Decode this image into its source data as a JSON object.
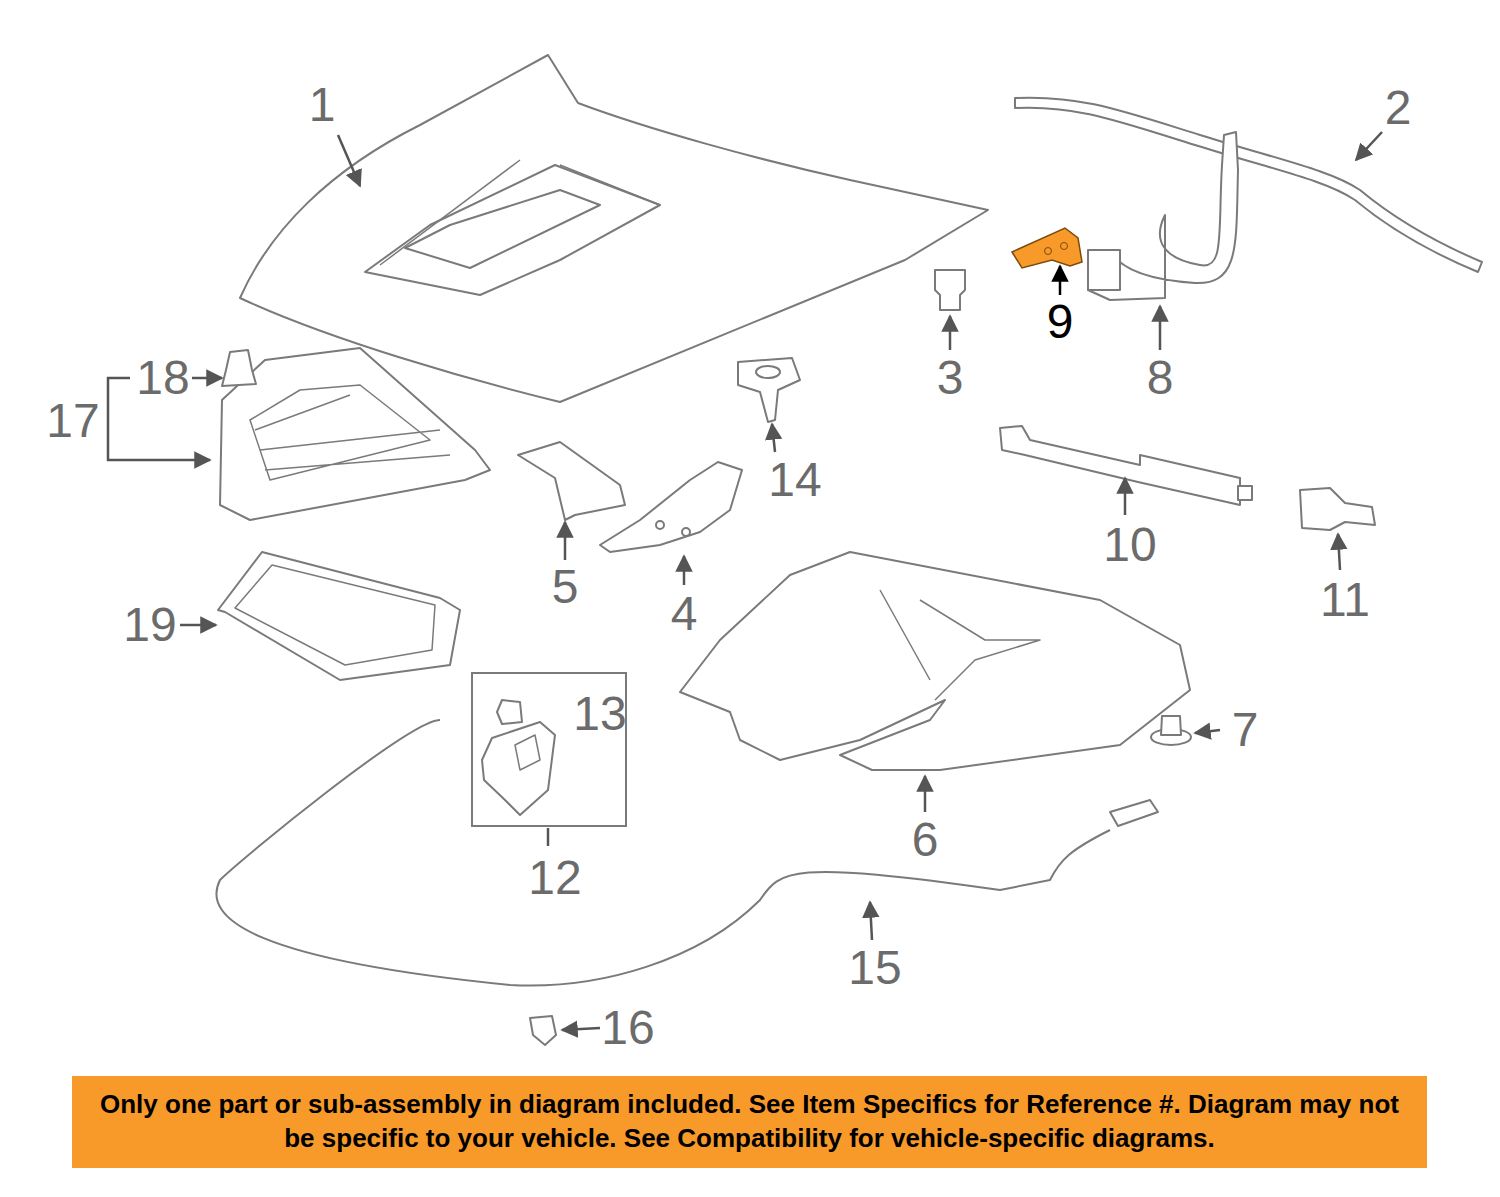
{
  "diagram": {
    "nodes": [
      {
        "text": [
          "13",
          "12"
        ]
      },
      {
        "text": [
          "Only one part or sub-assembly in diagram included. See Item Specifics for Reference #. Diagram may not be specific to your vehicle. See Compatibility for vehicle-specific diagrams."
        ]
      }
    ],
    "labels": [
      "1",
      "2",
      "3",
      "4",
      "5",
      "6",
      "7",
      "8",
      "9",
      "10",
      "11",
      "14",
      "15",
      "16",
      "17",
      "18",
      "19"
    ]
  }
}
